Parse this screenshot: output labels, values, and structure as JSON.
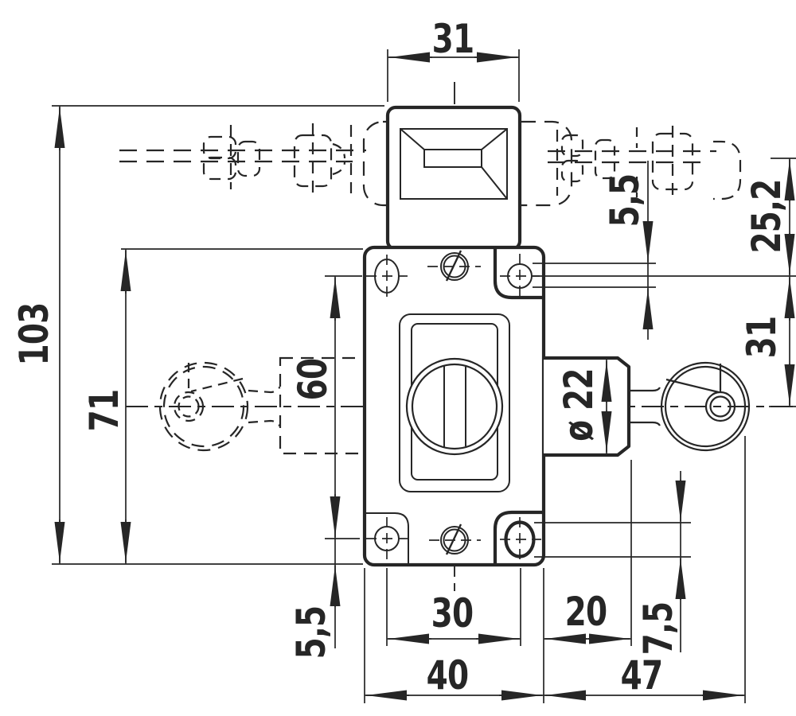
{
  "drawing": {
    "kind": "technical dimension drawing",
    "subject": "safety interlock switch with key and separate actuator",
    "line_color": "#262626",
    "background": "#ffffff"
  },
  "dims": {
    "head_width": "31",
    "overall_height": "103",
    "body_height": "71",
    "hole_spacing_v": "60",
    "hole_edge_offset": "5,5",
    "conduit_slot": "5,5",
    "head_axis_to_conduit": "25,2",
    "conduit_to_key_axis": "31",
    "cylinder_diameter": "ø 22",
    "hole_spacing_h": "30",
    "body_width": "40",
    "cylinder_length": "20",
    "key_extent": "47",
    "slot_height": "7,5"
  }
}
